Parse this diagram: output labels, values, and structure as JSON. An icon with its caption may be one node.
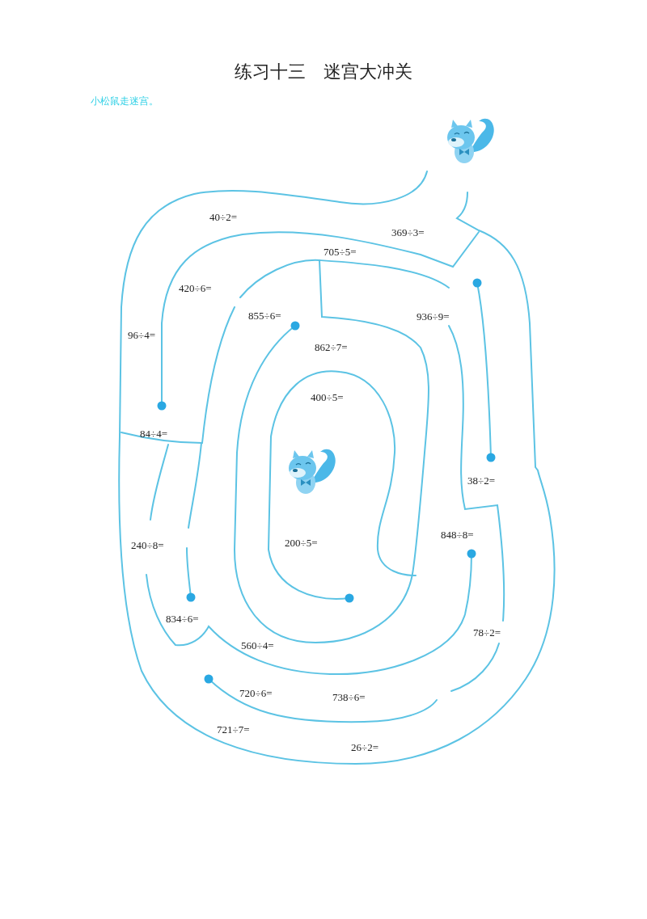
{
  "diagram": {
    "title": "练习十三　迷宫大冲关",
    "labels": [
      "小松鼠走迷宫。",
      "40÷2=",
      "369÷3=",
      "705÷5=",
      "420÷6=",
      "855÷6=",
      "936÷9=",
      "96÷4=",
      "862÷7=",
      "400÷5=",
      "84÷4=",
      "38÷2=",
      "848÷8=",
      "240÷8=",
      "200÷5=",
      "834÷6=",
      "78÷2=",
      "560÷4=",
      "720÷6=",
      "738÷6=",
      "721÷7=",
      "26÷2="
    ]
  }
}
